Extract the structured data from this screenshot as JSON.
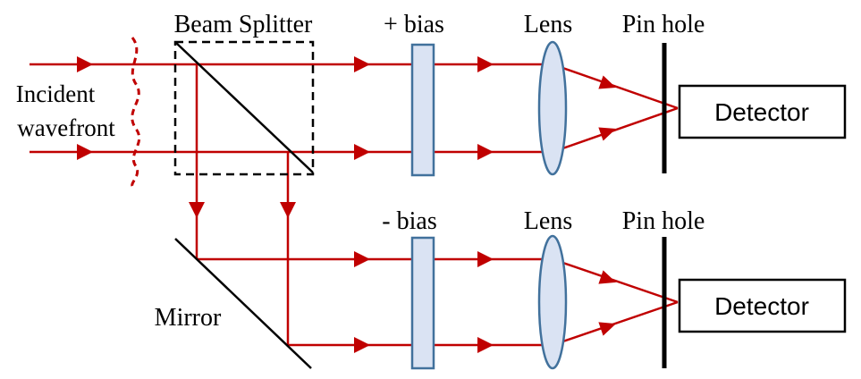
{
  "labels": {
    "beam_splitter": "Beam Splitter",
    "plus_bias": "+ bias",
    "minus_bias": "- bias",
    "lens_top": "Lens",
    "lens_bottom": "Lens",
    "pinhole_top": "Pin hole",
    "pinhole_bottom": "Pin hole",
    "incident_line1": "Incident",
    "incident_line2": "wavefront",
    "mirror": "Mirror",
    "detector_top": "Detector",
    "detector_bottom": "Detector"
  },
  "colors": {
    "beam": "#c00000",
    "optic_fill": "#dae3f3",
    "optic_stroke": "#41719c",
    "ink": "#000000"
  }
}
